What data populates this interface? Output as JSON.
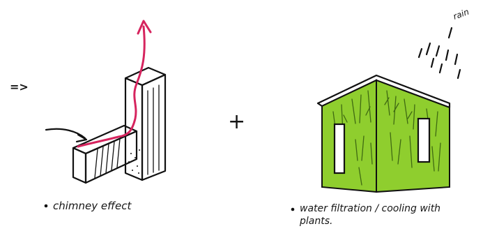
{
  "diagram": {
    "arrow_mark": "=>",
    "plus_sign": "+",
    "rain_label": "rain",
    "caption_left": "chimney effect",
    "caption_right_line1": "water filtration / cooling with",
    "caption_right_line2": "plants."
  },
  "colors": {
    "ink": "#111111",
    "airflow": "#d6245e",
    "plants": "#8fce2e",
    "plants_dark": "#5a8f1a"
  }
}
